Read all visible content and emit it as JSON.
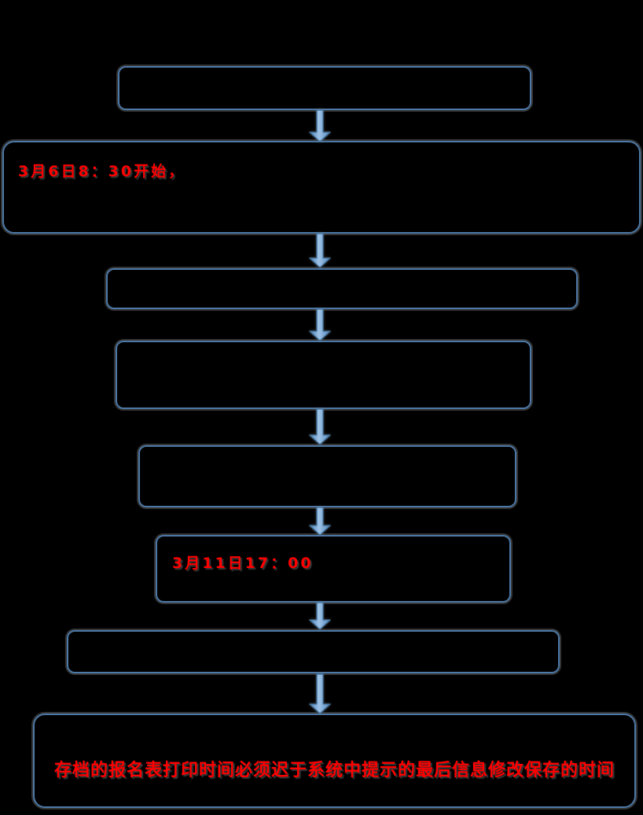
{
  "flowchart": {
    "step2_text": "3月6日8：30开始，",
    "step6_text": "3月11日17：00",
    "step8_text": "存档的报名表打印时间必须迟于系统中提示的最后信息修改保存的时间"
  },
  "icons": {
    "down_arrow": "block-arrow-down"
  },
  "colors": {
    "background": "#000000",
    "box_border": "#4d79a8",
    "box_halo": "#767676",
    "arrow_fill_dark": "#4e7fb5",
    "arrow_fill_light": "#9dc3e6",
    "arrow_outline": "#41719c",
    "highlight_text": "#ff0000"
  }
}
